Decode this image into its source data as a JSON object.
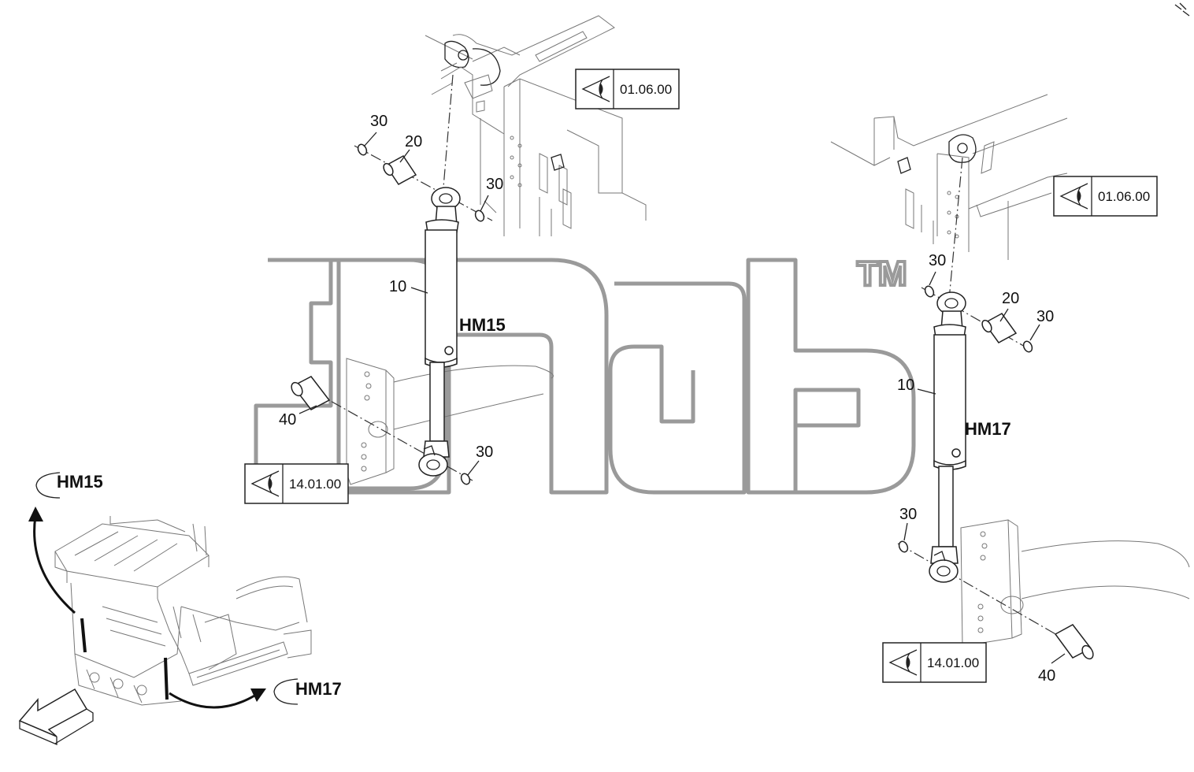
{
  "diagram": {
    "callouts": {
      "left_30_top": "30",
      "left_20": "20",
      "left_30_right": "30",
      "left_10": "10",
      "left_40": "40",
      "left_30_bottom": "30",
      "right_30_top": "30",
      "right_20": "20",
      "right_30_right": "30",
      "right_10": "10",
      "right_30_lower": "30",
      "right_40": "40"
    },
    "cylinder_tags": {
      "left": "HM15",
      "right": "HM17"
    },
    "overview_tags": {
      "hm15": "HM15",
      "hm17": "HM17"
    },
    "view_references": [
      {
        "code": "01.06.00"
      },
      {
        "code": "01.06.00"
      },
      {
        "code": "14.01.00"
      },
      {
        "code": "14.01.00"
      }
    ],
    "watermark": {
      "tm": "TM"
    },
    "icons": [
      "eye-view-icon",
      "arrow-direction-icon"
    ]
  }
}
